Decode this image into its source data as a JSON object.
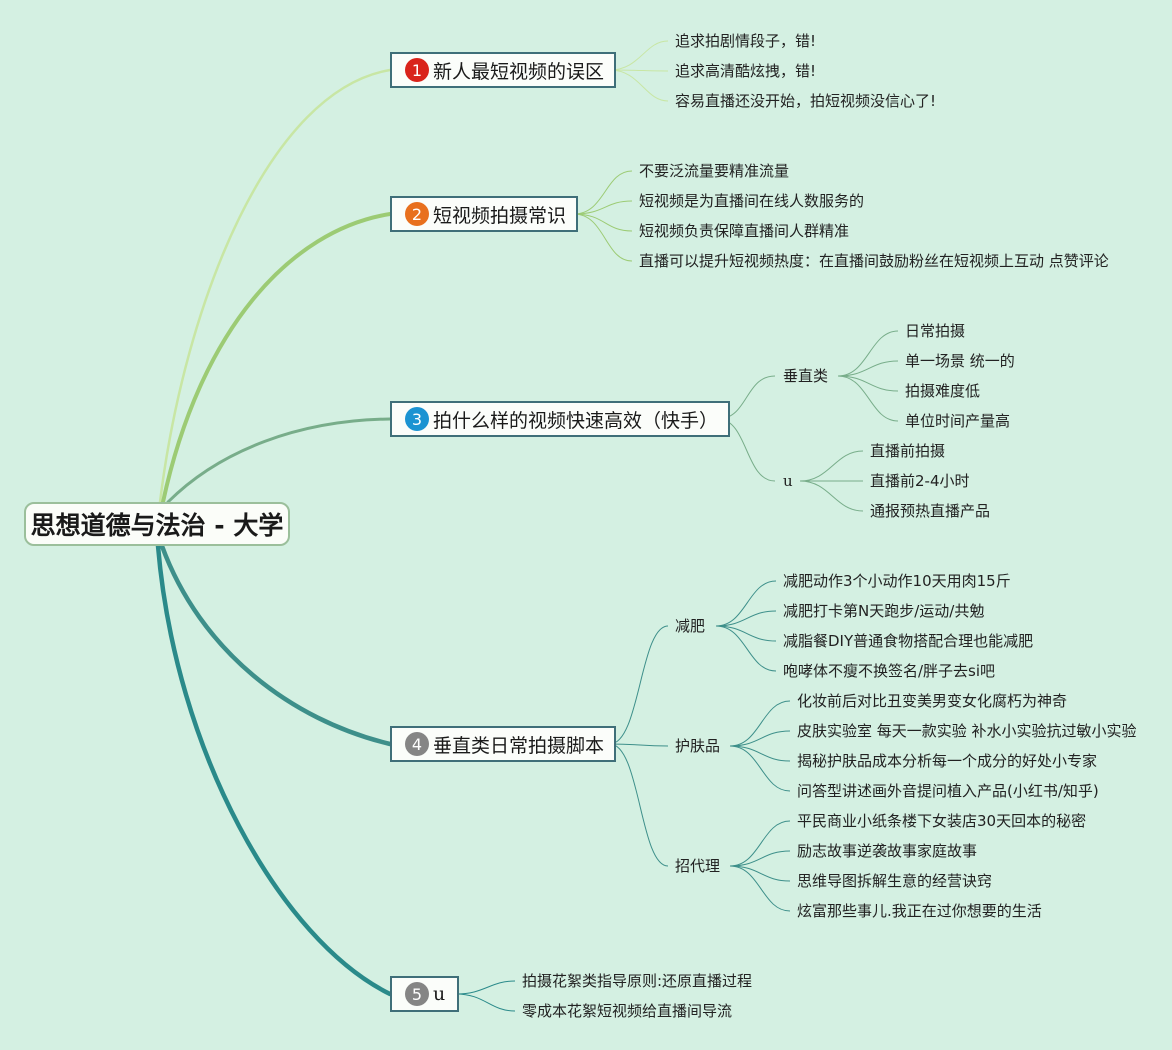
{
  "root": "思想道德与法治 - 大学",
  "colors": {
    "background": "#d4f0e2",
    "badge1": "#d9231b",
    "badge2": "#e8701e",
    "badge3": "#1b93d2",
    "badge4": "#858585",
    "badge5": "#858585"
  },
  "topics": [
    {
      "number": "1",
      "title": "新人最短视频的误区",
      "items": [
        "追求拍剧情段子，错!",
        "追求高清酷炫拽，错!",
        "容易直播还没开始，拍短视频没信心了!"
      ]
    },
    {
      "number": "2",
      "title": "短视频拍摄常识",
      "items": [
        "不要泛流量要精准流量",
        "短视频是为直播间在线人数服务的",
        "短视频负责保障直播间人群精准",
        "直播可以提升短视频热度：在直播间鼓励粉丝在短视频上互动 点赞评论"
      ]
    },
    {
      "number": "3",
      "title": "拍什么样的视频快速高效（快手）",
      "groups": [
        {
          "label": "垂直类",
          "items": [
            "日常拍摄",
            "单一场景 统一的",
            "拍摄难度低",
            "单位时间产量高"
          ]
        },
        {
          "label": "u",
          "items": [
            "直播前拍摄",
            "直播前2-4小时",
            "通报预热直播产品"
          ]
        }
      ]
    },
    {
      "number": "4",
      "title": "垂直类日常拍摄脚本",
      "groups": [
        {
          "label": "减肥",
          "items": [
            "减肥动作3个小动作10天用肉15斤",
            "减肥打卡第N天跑步/运动/共勉",
            "减脂餐DIY普通食物搭配合理也能减肥",
            "咆哮体不瘦不换签名/胖子去si吧"
          ]
        },
        {
          "label": "护肤品",
          "items": [
            "化妆前后对比丑变美男变女化腐朽为神奇",
            "皮肤实验室 每天一款实验 补水小实验抗过敏小实验",
            "揭秘护肤品成本分析每一个成分的好处小专家",
            "问答型讲述画外音提问植入产品(小红书/知乎)"
          ]
        },
        {
          "label": "招代理",
          "items": [
            "平民商业小纸条楼下女装店30天回本的秘密",
            "励志故事逆袭故事家庭故事",
            "思维导图拆解生意的经营诀窍",
            "炫富那些事儿.我正在过你想要的生活"
          ]
        }
      ]
    },
    {
      "number": "5",
      "title": "u",
      "items": [
        "拍摄花絮类指导原则:还原直播过程",
        "零成本花絮短视频给直播间导流"
      ]
    }
  ]
}
